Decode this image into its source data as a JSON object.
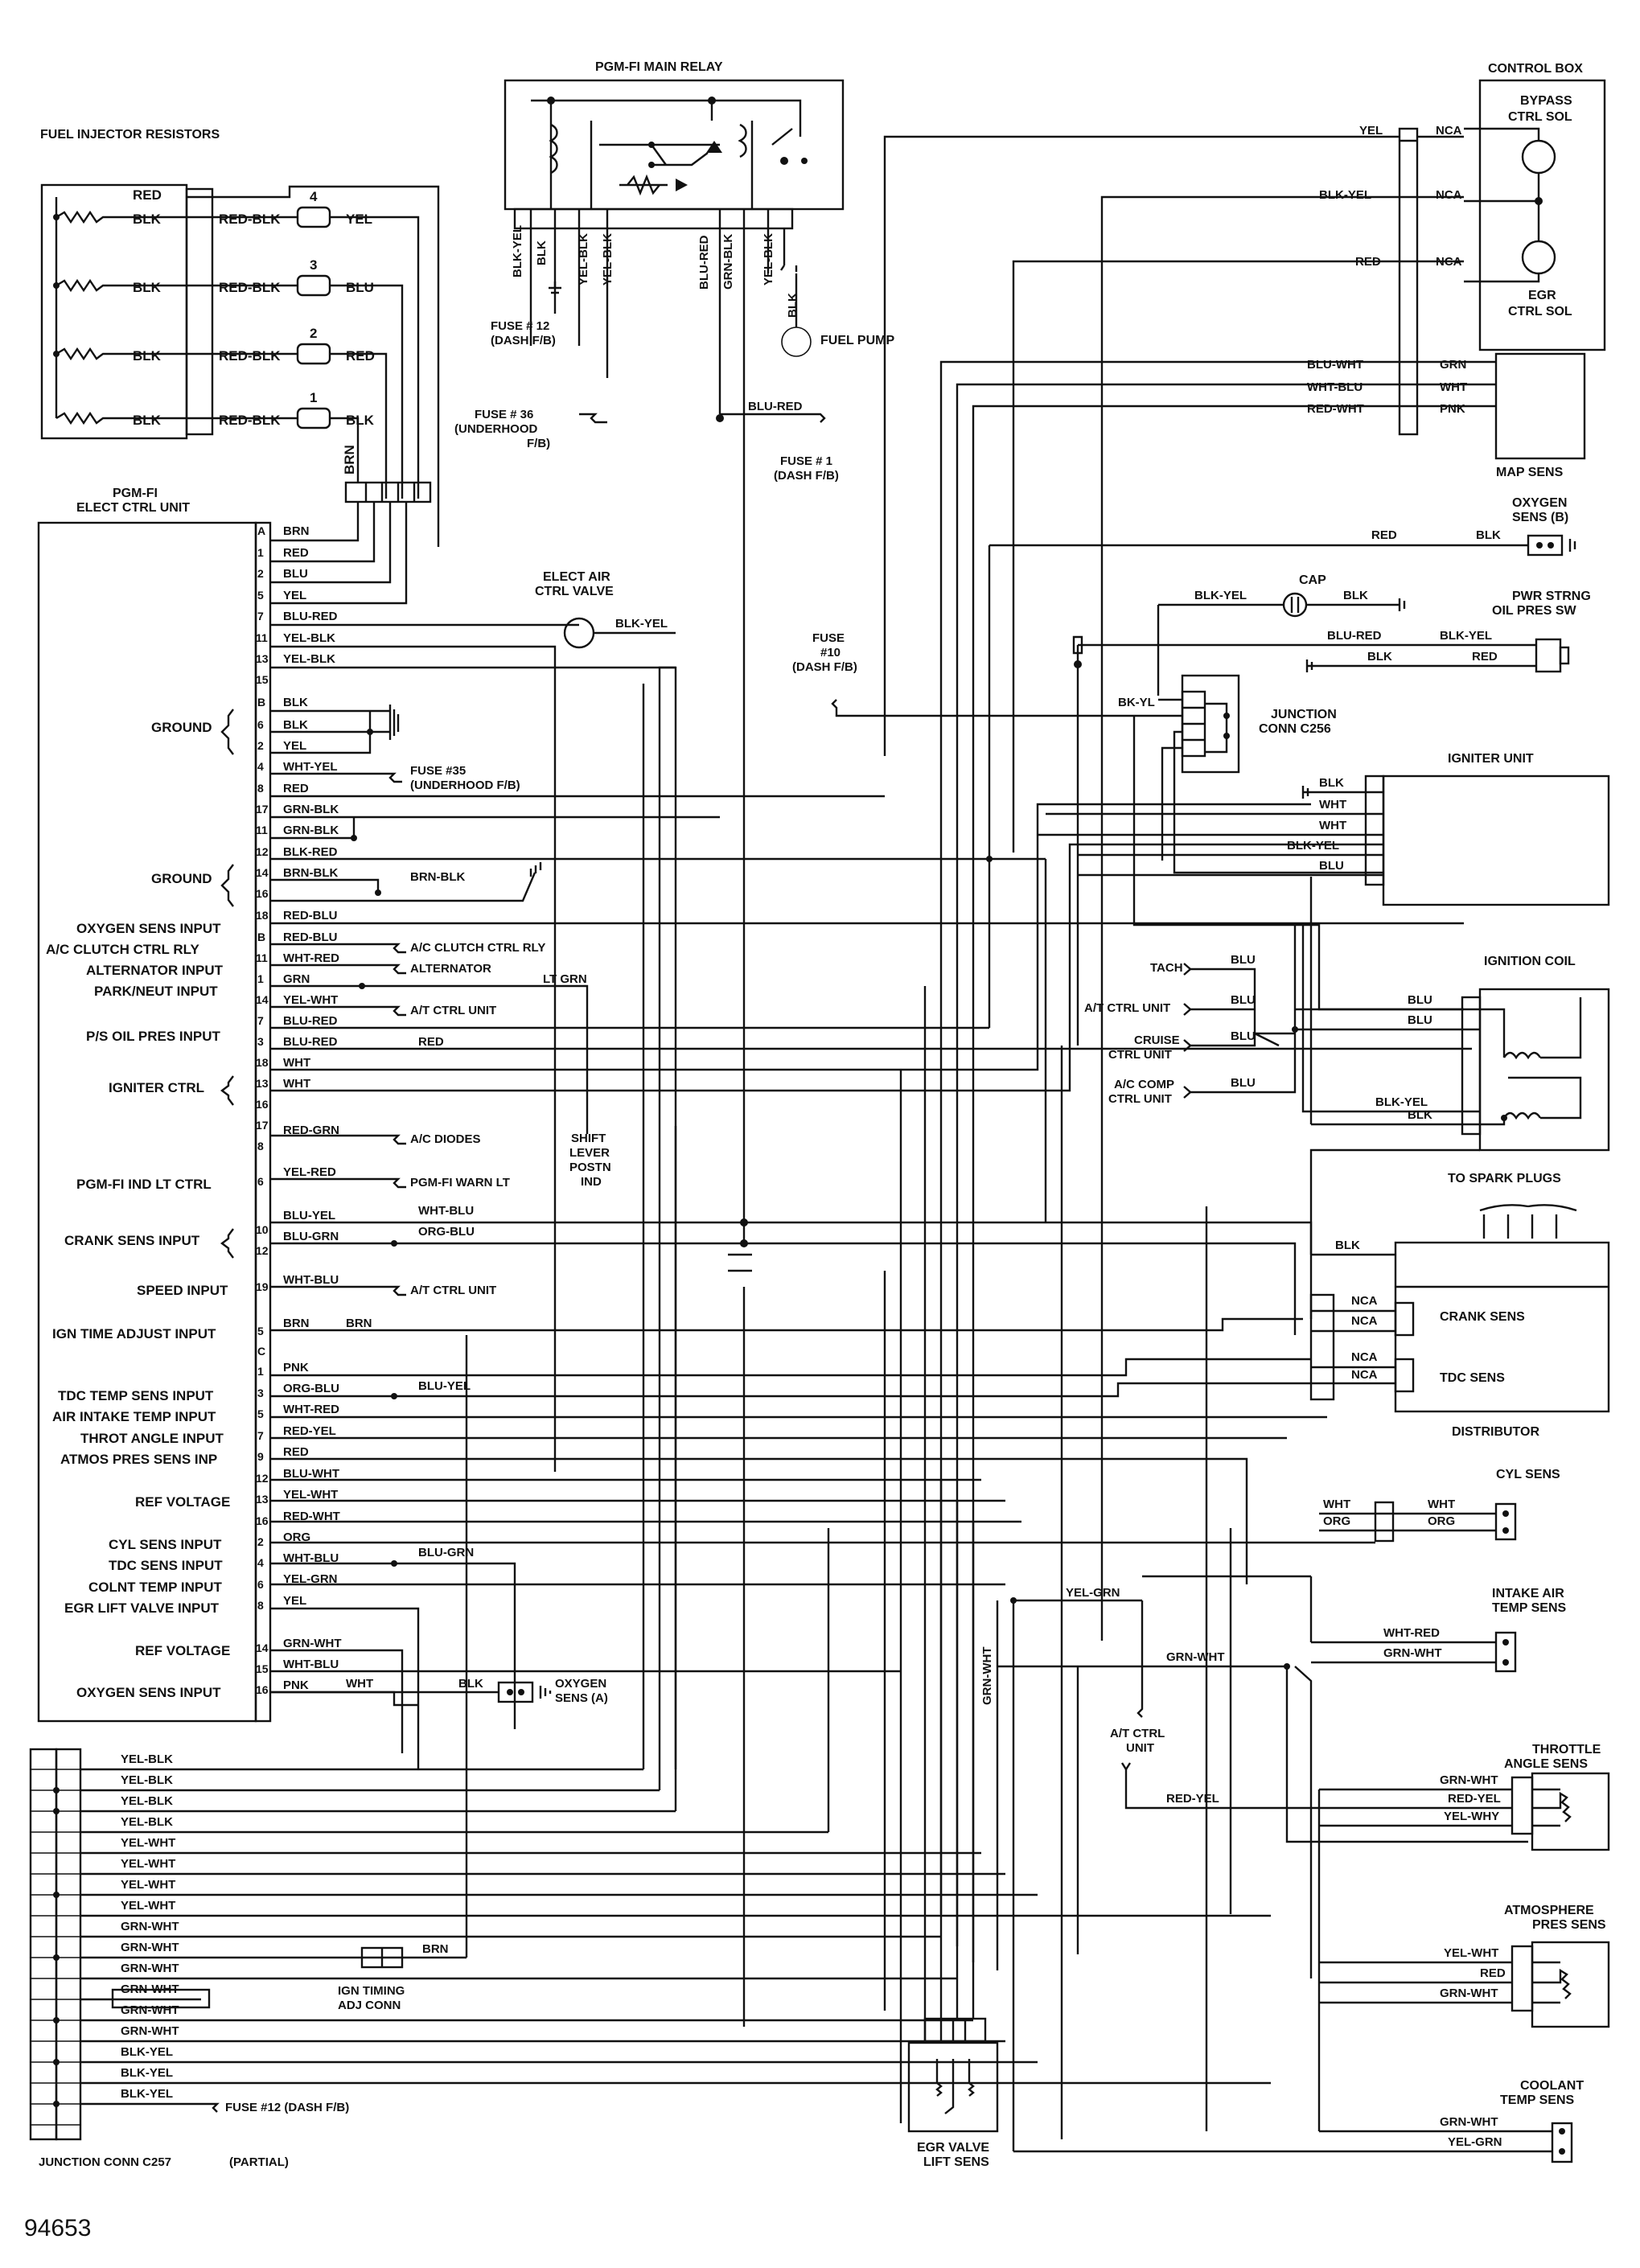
{
  "figure_number": "94653",
  "components": {
    "injector_resistors": "FUEL INJECTOR RESISTORS",
    "main_relay": "PGM-FI MAIN RELAY",
    "control_box": "CONTROL BOX",
    "bypass_sol": "BYPASS CTRL SOL",
    "egr_sol": "EGR CTRL SOL",
    "map_sens": "MAP SENS",
    "ecu": "PGM-FI ELECT CTRL UNIT",
    "fuel_pump": "FUEL PUMP",
    "air_valve": "ELECT AIR CTRL VALVE",
    "oxy_b": "OXYGEN SENS (B)",
    "ps_sw": "PWR STRNG OIL PRES SW",
    "cap": "CAP",
    "c256": "JUNCTION CONN C256",
    "igniter": "IGNITER UNIT",
    "coil": "IGNITION COIL",
    "spark": "TO SPARK PLUGS",
    "crank": "CRANK SENS",
    "tdc": "TDC SENS",
    "distributor": "DISTRIBUTOR",
    "cyl": "CYL SENS",
    "iat": "INTAKE AIR TEMP SENS",
    "tps": "THROTTLE ANGLE SENS",
    "atm": "ATMOSPHERE PRES SENS",
    "ect": "COOLANT TEMP SENS",
    "egr_lift": "EGR VALVE LIFT SENS",
    "c257": "JUNCTION CONN C257",
    "partial": "(PARTIAL)",
    "ign_timing": "IGN TIMING ADJ CONN",
    "oxy_a": "OXYGEN SENS (A)",
    "shift": "SHIFT LEVER POSTN IND",
    "at_unit": "A/T CTRL UNIT"
  },
  "fuses": {
    "f12": "FUSE # 12 (DASH F/B)",
    "f36": "FUSE # 36 (UNDERHOOD F/B)",
    "f1": "FUSE # 1 (DASH F/B)",
    "f10": "FUSE #10 (DASH F/B)",
    "f35": "FUSE #35 (UNDERHOOD F/B)",
    "f12b": "FUSE #12 (DASH F/B)"
  },
  "ecu_pins": {
    "groupA": [
      "1",
      "2",
      "5",
      "7",
      "11",
      "13",
      "15"
    ],
    "groupB": [
      "6",
      "2",
      "4",
      "8",
      "17",
      "11",
      "12",
      "14",
      "16",
      "18"
    ],
    "groupB2": [
      "11",
      "1",
      "14",
      "7",
      "3",
      "18",
      "13",
      "16",
      "17",
      "8",
      "6",
      "10",
      "12",
      "19",
      "5"
    ],
    "groupC": [
      "1",
      "3",
      "5",
      "7",
      "9",
      "12",
      "13",
      "16",
      "2",
      "4",
      "6",
      "8",
      "14",
      "15",
      "16"
    ]
  },
  "ecu_functions": {
    "ground1": "GROUND",
    "ground2": "GROUND",
    "oxy_in": "OXYGEN SENS INPUT",
    "ac_rly": "A/C CLUTCH CTRL RLY",
    "alt_in": "ALTERNATOR INPUT",
    "park": "PARK/NEUT INPUT",
    "ps_in": "P/S OIL PRES INPUT",
    "ign_ctrl": "IGNITER CTRL",
    "ind_lt": "PGM-FI IND LT CTRL",
    "crank_in": "CRANK SENS INPUT",
    "speed_in": "SPEED INPUT",
    "ign_adj": "IGN TIME ADJUST INPUT",
    "tdc_temp": "TDC TEMP SENS INPUT",
    "air_temp": "AIR INTAKE TEMP INPUT",
    "throt": "THROT ANGLE INPUT",
    "atmos": "ATMOS PRES SENS INP",
    "ref1": "REF VOLTAGE",
    "cyl_in": "CYL SENS INPUT",
    "tdc_in": "TDC SENS INPUT",
    "colnt": "COLNT TEMP INPUT",
    "egr_in": "EGR LIFT VALVE INPUT",
    "ref2": "REF VOLTAGE",
    "oxy_in2": "OXYGEN SENS INPUT"
  },
  "ecu_dests": {
    "ac_diodes": "A/C DIODES",
    "warn_lt": "PGM-FI WARN LT",
    "ac_rly": "A/C CLUTCH CTRL RLY",
    "alternator": "ALTERNATOR",
    "at1": "A/T CTRL UNIT",
    "at2": "A/T CTRL UNIT"
  },
  "coil_inputs": {
    "tach": "TACH",
    "at": "A/T CTRL UNIT",
    "cruise": "CRUISE CTRL UNIT",
    "ac": "A/C COMP CTRL UNIT"
  },
  "wires": {
    "red": "RED",
    "blk": "BLK",
    "yel": "YEL",
    "blu": "BLU",
    "brn": "BRN",
    "wht": "WHT",
    "pnk": "PNK",
    "org": "ORG",
    "red_blk": "RED-BLK",
    "blk_yel": "BLK-YEL",
    "yel_blk": "YEL-BLK",
    "blu_red": "BLU-RED",
    "grn_blk": "GRN-BLK",
    "blu_wht": "BLU-WHT",
    "wht_blu": "WHT-BLU",
    "red_wht": "RED-WHT",
    "wht_yel": "WHT-YEL",
    "blk_red": "BLK-RED",
    "brn_blk": "BRN-BLK",
    "red_blu": "RED-BLU",
    "wht_red": "WHT-RED",
    "grn": "GRN",
    "yel_wht": "YEL-WHT",
    "red_grn": "RED-GRN",
    "yel_red": "YEL-RED",
    "blu_yel": "BLU-YEL",
    "blu_grn": "BLU-GRN",
    "org_blu": "ORG-BLU",
    "red_yel": "RED-YEL",
    "yel_grn": "YEL-GRN",
    "grn_wht": "GRN-WHT",
    "lt_grn": "LT GRN",
    "yel_why": "YEL-WHY",
    "nca": "NCA",
    "bk_yl": "BK-YL"
  }
}
